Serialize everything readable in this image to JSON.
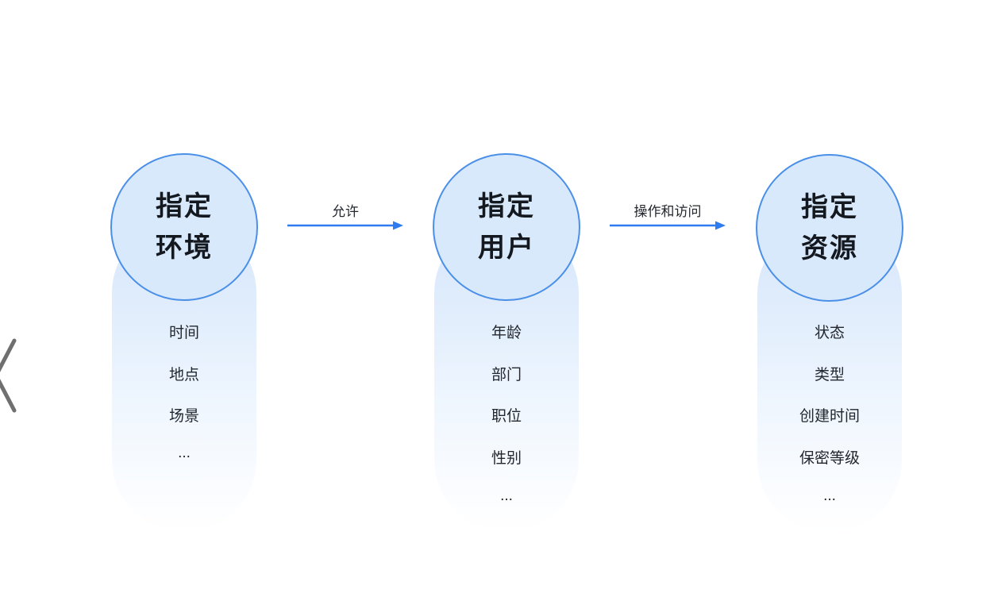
{
  "colors": {
    "circle_fill": "#d9e9fc",
    "circle_border": "#4a8fe8",
    "arrow_blue": "#2e7cf0",
    "text_dark": "#23272e",
    "chevron_grey": "#6f6f6f"
  },
  "columns": [
    {
      "circle": [
        "指定",
        "环境"
      ],
      "items": [
        "时间",
        "地点",
        "场景",
        "..."
      ]
    },
    {
      "circle": [
        "指定",
        "用户"
      ],
      "items": [
        "年龄",
        "部门",
        "职位",
        "性别",
        "..."
      ]
    },
    {
      "circle": [
        "指定",
        "资源"
      ],
      "items": [
        "状态",
        "类型",
        "创建时间",
        "保密等级",
        "..."
      ]
    }
  ],
  "arrows": [
    {
      "label": "允许"
    },
    {
      "label": "操作和访问"
    }
  ],
  "nav": {
    "back_icon": "chevron-left"
  }
}
